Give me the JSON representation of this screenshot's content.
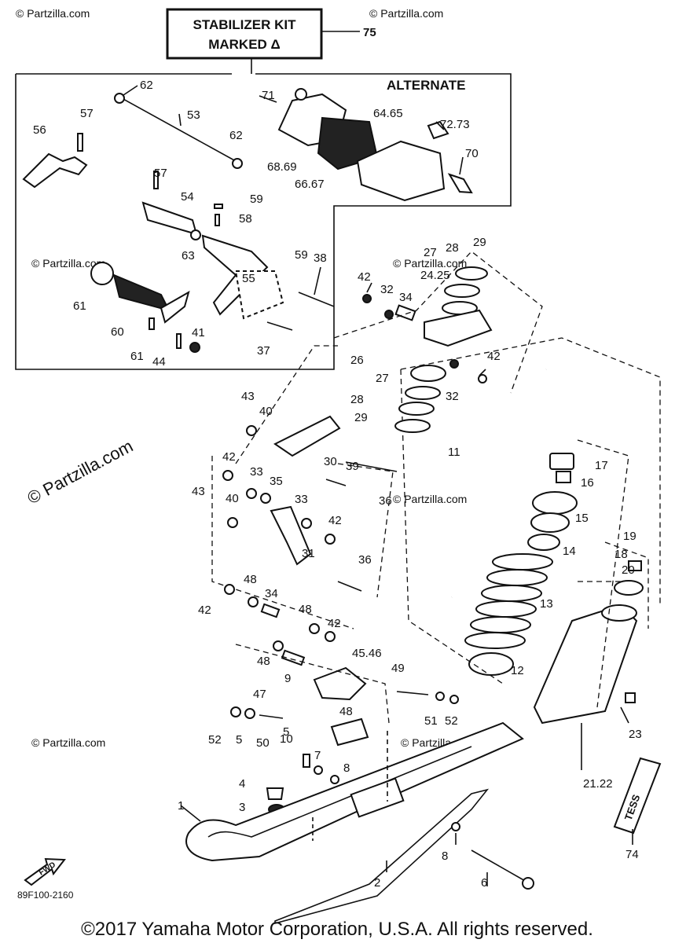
{
  "kit_box": {
    "line1": "STABILIZER KIT",
    "line2": "MARKED Δ",
    "ref": "75"
  },
  "alternate_label": "ALTERNATE",
  "watermark_main": "© Partzilla.com",
  "watermark_faint": "© Partzilla.com",
  "diagram_code": "89F100-2160",
  "fwd_label": "FWD",
  "decal_text": "TESS",
  "copyright": "©2017  Yamaha Motor Corporation, U.S.A. All rights reserved.",
  "callouts": [
    "62",
    "53",
    "62",
    "57",
    "56",
    "71",
    "64.65",
    "72.73",
    "68.69",
    "70",
    "66.67",
    "57",
    "54",
    "59",
    "58",
    "63",
    "55",
    "59",
    "38",
    "61",
    "60",
    "61",
    "44",
    "41",
    "37",
    "42",
    "32",
    "34",
    "24.25",
    "27",
    "28",
    "29",
    "42",
    "26",
    "27",
    "32",
    "28",
    "29",
    "43",
    "40",
    "30",
    "39",
    "11",
    "36",
    "42",
    "33",
    "35",
    "43",
    "40",
    "33",
    "42",
    "31",
    "36",
    "17",
    "16",
    "15",
    "14",
    "19",
    "18",
    "20",
    "13",
    "48",
    "34",
    "42",
    "48",
    "42",
    "48",
    "9",
    "45.46",
    "49",
    "47",
    "48",
    "12",
    "23",
    "52",
    "5",
    "50",
    "51",
    "52",
    "5",
    "10",
    "7",
    "8",
    "4",
    "3",
    "1",
    "21.22",
    "8",
    "74",
    "2",
    "6"
  ]
}
